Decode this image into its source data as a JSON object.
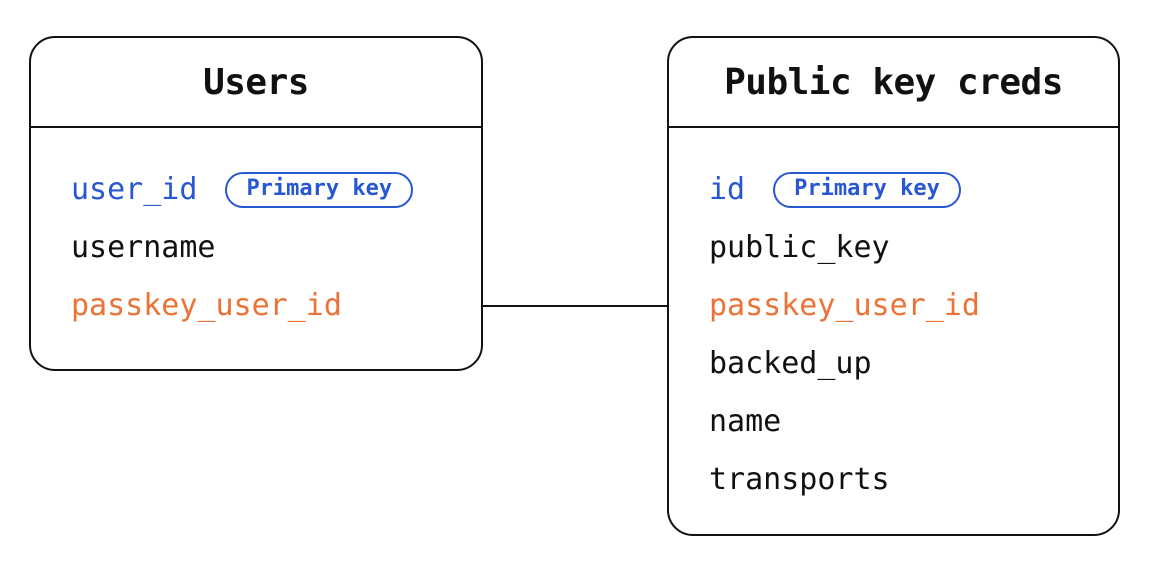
{
  "colors": {
    "ink": "#111111",
    "primary_key_blue": "#2857d4",
    "foreign_key_orange": "#ed7236",
    "background": "#ffffff"
  },
  "tables": [
    {
      "title": "Users",
      "fields": [
        {
          "name": "user_id",
          "color": "blue",
          "badge": "Primary key"
        },
        {
          "name": "username",
          "color": "ink"
        },
        {
          "name": "passkey_user_id",
          "color": "orange"
        }
      ]
    },
    {
      "title": "Public key creds",
      "fields": [
        {
          "name": "id",
          "color": "blue",
          "badge": "Primary key"
        },
        {
          "name": "public_key",
          "color": "ink"
        },
        {
          "name": "passkey_user_id",
          "color": "orange"
        },
        {
          "name": "backed_up",
          "color": "ink"
        },
        {
          "name": "name",
          "color": "ink"
        },
        {
          "name": "transports",
          "color": "ink"
        }
      ]
    }
  ],
  "relationship": {
    "from_table": "Users",
    "from_field": "passkey_user_id",
    "to_table": "Public key creds",
    "to_field": "passkey_user_id"
  }
}
